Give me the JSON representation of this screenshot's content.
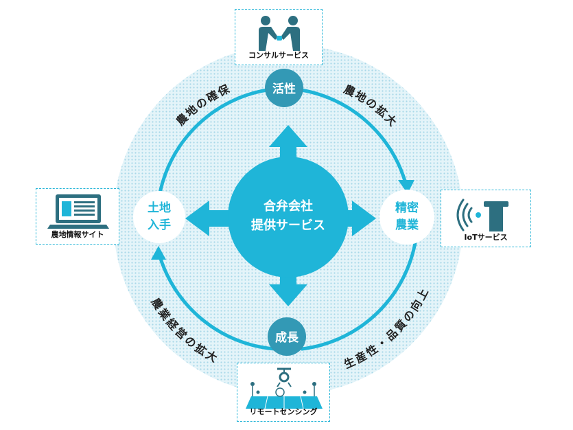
{
  "center": {
    "line1": "合弁会社",
    "line2": "提供サービス"
  },
  "nodes": {
    "top": "活性",
    "bottom": "成長",
    "left": {
      "line1": "土地",
      "line2": "入手"
    },
    "right": {
      "line1": "精密",
      "line2": "農業"
    }
  },
  "arc_labels": {
    "upper_left": "農地の確保",
    "upper_right": "農地の拡大",
    "lower_left": "農業経営の拡大",
    "lower_right": "生産性・品質の向上"
  },
  "services": {
    "consulting": "コンサルサービス",
    "farmland_site": "農地情報サイト",
    "iot": "IoTサービス",
    "remote_sensing": "リモートセンシング"
  },
  "colors": {
    "accent": "#1fb5d8",
    "node_dark": "#3399b5",
    "pattern": "#bfe3ee",
    "box_border": "#29b6d8",
    "icon_dark": "#2d6f80"
  }
}
